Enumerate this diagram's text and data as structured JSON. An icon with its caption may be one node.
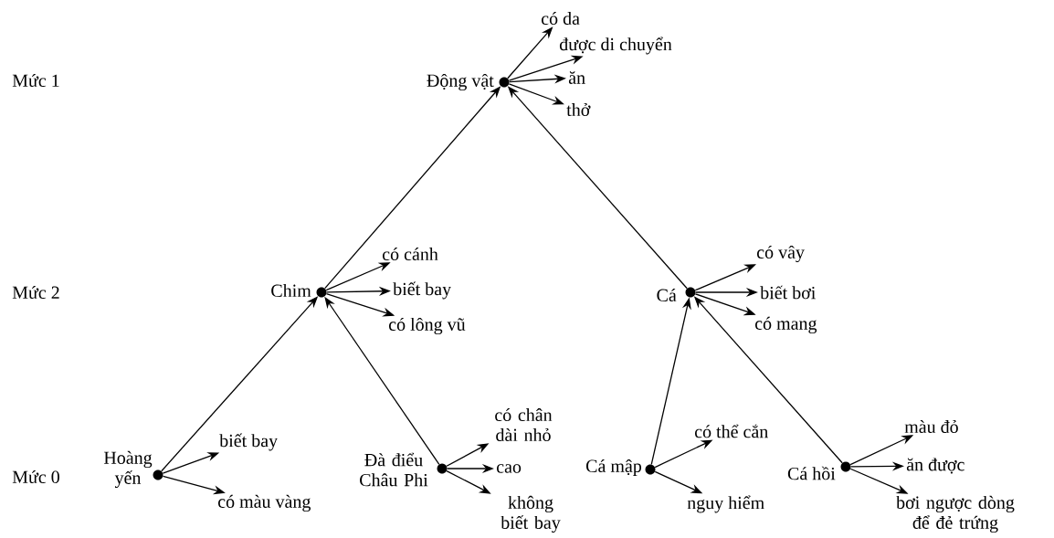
{
  "diagram": {
    "nodes": [
      {
        "text": [],
        "shape": "circle",
        "beside": [
          "Động vật"
        ]
      },
      {
        "text": [
          "có da"
        ]
      },
      {
        "text": [
          "được di chuyển"
        ]
      },
      {
        "text": [
          "ăn"
        ]
      },
      {
        "text": [
          "thở"
        ]
      },
      {
        "text": [],
        "shape": "circle",
        "beside": [
          "Chim"
        ]
      },
      {
        "text": [
          "có cánh"
        ]
      },
      {
        "text": [
          "biết bay"
        ]
      },
      {
        "text": [
          "có lông vũ"
        ]
      },
      {
        "text": [],
        "shape": "circle",
        "beside": [
          "Cá"
        ]
      },
      {
        "text": [
          "có vây"
        ]
      },
      {
        "text": [
          "biết bơi"
        ]
      },
      {
        "text": [
          "có mang"
        ]
      },
      {
        "text": [],
        "shape": "circle",
        "beside": [
          "Hoàng yến"
        ]
      },
      {
        "text": [
          "biết bay"
        ]
      },
      {
        "text": [
          "có màu vàng"
        ]
      },
      {
        "text": [],
        "shape": "circle",
        "beside": [
          "Đà điểu Châu Phi"
        ]
      },
      {
        "text": [
          "có chân dài nhỏ"
        ]
      },
      {
        "text": [
          "cao"
        ]
      },
      {
        "text": [
          "không biết bay"
        ]
      },
      {
        "text": [],
        "shape": "circle",
        "beside": [
          "Cá mập"
        ]
      },
      {
        "text": [
          "có thể cắn"
        ]
      },
      {
        "text": [
          "nguy hiểm"
        ]
      },
      {
        "text": [],
        "shape": "circle",
        "beside": [
          "Cá hồi"
        ]
      },
      {
        "text": [
          "màu đỏ"
        ]
      },
      {
        "text": [
          "ăn được"
        ]
      },
      {
        "text": [
          "bơi ngược dòng để đẻ trứng"
        ]
      }
    ],
    "edges": [
      {
        "from": 0,
        "to": 1,
        "arrow": "to"
      },
      {
        "from": 0,
        "to": 2,
        "arrow": "to"
      },
      {
        "from": 0,
        "to": 3,
        "arrow": "to"
      },
      {
        "from": 0,
        "to": 4,
        "arrow": "to"
      },
      {
        "from": 5,
        "to": 0,
        "arrow": "to"
      },
      {
        "from": 9,
        "to": 0,
        "arrow": "to"
      },
      {
        "from": 5,
        "to": 6,
        "arrow": "to"
      },
      {
        "from": 5,
        "to": 7,
        "arrow": "to"
      },
      {
        "from": 5,
        "to": 8,
        "arrow": "to"
      },
      {
        "from": 9,
        "to": 10,
        "arrow": "to"
      },
      {
        "from": 9,
        "to": 11,
        "arrow": "to"
      },
      {
        "from": 9,
        "to": 12,
        "arrow": "to"
      },
      {
        "from": 13,
        "to": 5,
        "arrow": "to"
      },
      {
        "from": 16,
        "to": 5,
        "arrow": "to"
      },
      {
        "from": 20,
        "to": 9,
        "arrow": "to"
      },
      {
        "from": 23,
        "to": 9,
        "arrow": "to"
      },
      {
        "from": 13,
        "to": 14,
        "arrow": "to"
      },
      {
        "from": 13,
        "to": 15,
        "arrow": "to"
      },
      {
        "from": 16,
        "to": 17,
        "arrow": "to"
      },
      {
        "from": 16,
        "to": 18,
        "arrow": "to"
      },
      {
        "from": 16,
        "to": 19,
        "arrow": "to"
      },
      {
        "from": 20,
        "to": 21,
        "arrow": "to"
      },
      {
        "from": 20,
        "to": 22,
        "arrow": "to"
      },
      {
        "from": 23,
        "to": 24,
        "arrow": "to"
      },
      {
        "from": 23,
        "to": 25,
        "arrow": "to"
      },
      {
        "from": 23,
        "to": 26,
        "arrow": "to"
      }
    ],
    "labels": [
      "Mức 1",
      "Mức 2",
      "Mức 0"
    ]
  }
}
